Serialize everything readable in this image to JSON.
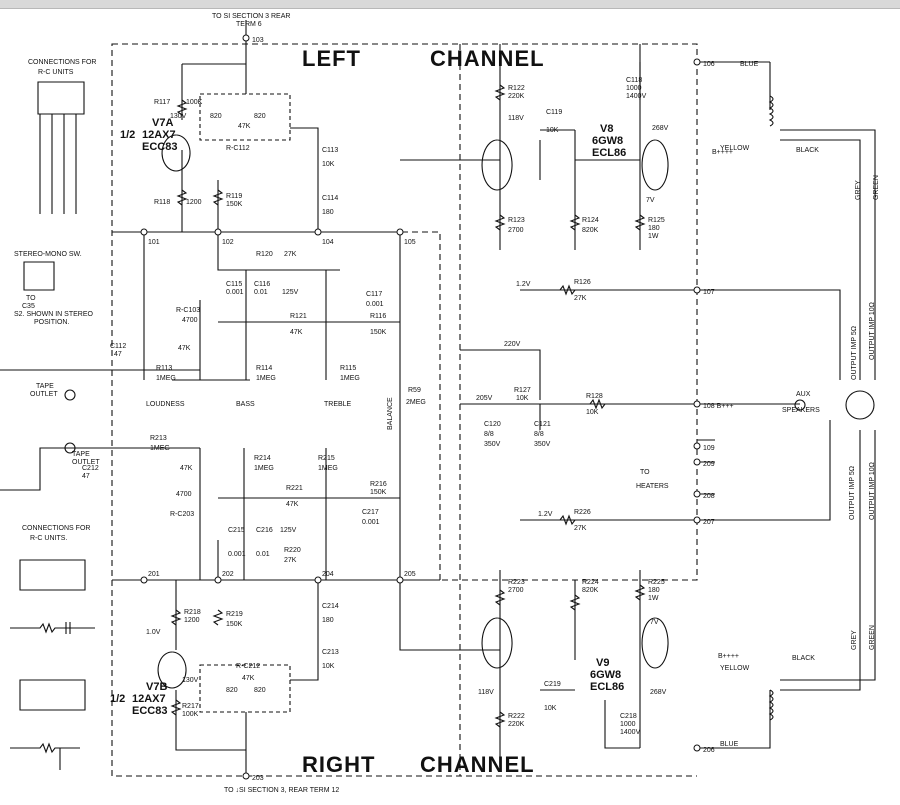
{
  "window": {
    "top_bar": "#d9d9d9"
  },
  "titles": {
    "left": "LEFT",
    "channel_top": "CHANNEL",
    "right": "RIGHT",
    "channel_bottom": "CHANNEL"
  },
  "notes": {
    "top_to": "TO SI SECTION 3 REAR",
    "top_term": "TERM 6",
    "bottom_to": "TO ↓SI SECTION 3, REAR TERM 12",
    "conn_top_1": "CONNECTIONS FOR",
    "conn_top_2": "R-C UNITS",
    "conn_bot_1": "CONNECTIONS FOR",
    "conn_bot_2": "R-C UNITS.",
    "stereo_sw": "STEREO-MONO SW.",
    "s2_1": "TO",
    "s2_2": "C35",
    "s2_3": "S2. SHOWN IN STEREO",
    "s2_4": "POSITION.",
    "tape_1a": "TAPE",
    "tape_1b": "OUTLET",
    "tape_2a": "TAPE",
    "tape_2b": "OUTLET",
    "loudness": "LOUDNESS",
    "bass": "BASS",
    "treble": "TREBLE",
    "balance": "BALANCE",
    "to_heaters_1": "TO",
    "to_heaters_2": "HEATERS",
    "aux_1": "AUX",
    "aux_2": "SPEAKERS"
  },
  "tubes": {
    "v7a": [
      "V7A",
      "12AX7",
      "ECC83"
    ],
    "v7b": [
      "V7B",
      "12AX7",
      "ECC83"
    ],
    "v8": [
      "V8",
      "6GW8",
      "ECL86"
    ],
    "v9": [
      "V9",
      "6GW8",
      "ECL86"
    ],
    "half": "1/2"
  },
  "nodes": [
    "103",
    "101",
    "102",
    "104",
    "105",
    "106",
    "107",
    "108 B+++",
    "109",
    "209",
    "208",
    "207",
    "206",
    "201",
    "202",
    "204",
    "205",
    "203"
  ],
  "components": {
    "r117": "R117",
    "r117v": "100K",
    "r118": "R118",
    "r118v": "1200",
    "r119": "R119",
    "r119v": "150K",
    "c113": "C113",
    "c113v": "10K",
    "c114": "C114",
    "c114v": "180",
    "rc112": "R-C112",
    "rc112a": "820",
    "rc112b": "820",
    "rc112c": "47K",
    "r120": "R120",
    "r120v": "27K",
    "c115": "C115",
    "c115v": "0.001",
    "c116": "C116",
    "c116v": "0.01",
    "v125": "125V",
    "r121": "R121",
    "r121v": "47K",
    "r116": "R116",
    "r116v": "150K",
    "c117": "C117",
    "c117v": "0.001",
    "r114": "R114",
    "r114v": "1MEG",
    "r115": "R115",
    "r115v": "1MEG",
    "r113": "R113",
    "r113v": "1MEG",
    "rc103": "R-C103",
    "rc103a": "4700",
    "rc103b": "47K",
    "c112": "C112",
    "c112v": "47",
    "r59": "R59",
    "r59v": "2MEG",
    "r122": "R122",
    "r122v": "220K",
    "c119": "C119",
    "c119v": "10K",
    "r123": "R123",
    "r123v": "2700",
    "r124": "R124",
    "r124v": "820K",
    "r125": "R125",
    "r125v": "180",
    "r125w": "1W",
    "c118": "C118",
    "c118v": "1000",
    "c118w": "1400V",
    "r126": "R126",
    "r126v": "27K",
    "r127": "R127",
    "r127v": "10K",
    "r128": "R128",
    "r128v": "10K",
    "c120": "C120",
    "c120v": "8/8",
    "c120w": "350V",
    "c121": "C121",
    "c121v": "8/8",
    "c121w": "350V",
    "v118": "118V",
    "v268": "268V",
    "v7": "7V",
    "v130": "130V",
    "v12": "1.2V",
    "v220": "220V",
    "v205": "205V",
    "v10": "1.0V",
    "r213": "R213",
    "r213v": "1MEG",
    "c212": "C212",
    "c212v": "47",
    "rc203": "R-C203",
    "rc203a": "4700",
    "rc203b": "47K",
    "r214": "R214",
    "r214v": "1MEG",
    "r215": "R215",
    "r215v": "1MEG",
    "r221": "R221",
    "r221v": "47K",
    "r216": "R216",
    "r216v": "150K",
    "c217": "C217",
    "c217v": "0.001",
    "c215": "C215",
    "c215v": "0.001",
    "c216": "C216",
    "c216v": "0.01",
    "r220": "R220",
    "r220v": "27K",
    "r218": "R218",
    "r218v": "1200",
    "r219": "R219",
    "r219v": "150K",
    "c214": "C214",
    "c214v": "180",
    "c213": "C213",
    "c213v": "10K",
    "r217": "R217",
    "r217v": "100K",
    "rc212": "R-C212",
    "rc212a": "820",
    "rc212b": "820",
    "rc212c": "47K",
    "r223": "R223",
    "r223v": "2700",
    "r224": "R224",
    "r224v": "820K",
    "r225": "R225",
    "r225v": "180",
    "r225w": "1W",
    "r226": "R226",
    "r226v": "27K",
    "c219": "C219",
    "c219v": "10K",
    "r222": "R222",
    "r222v": "220K",
    "c218": "C218",
    "c218v": "1000",
    "c218w": "1400V",
    "b_plus": "B++++"
  },
  "wires": {
    "blue": "BLUE",
    "yellow": "YELLOW",
    "black": "BLACK",
    "grey": "GREY",
    "green": "GREEN",
    "out5": "OUTPUT IMP 5Ω",
    "out10": "OUTPUT IMP 10Ω"
  }
}
